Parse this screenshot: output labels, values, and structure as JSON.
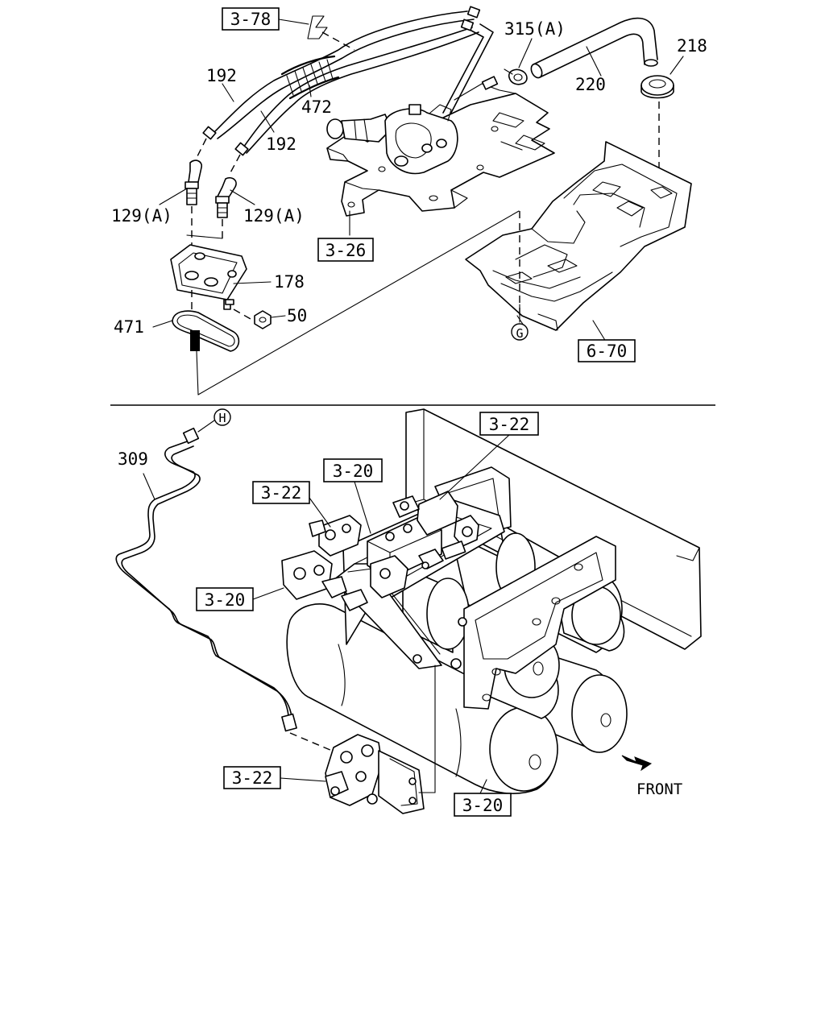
{
  "refs": {
    "r_3_78": "3-78",
    "r_3_26": "3-26",
    "r_6_70": "6-70",
    "r_3_22_top": "3-22",
    "r_3_20_top": "3-20",
    "r_3_22_left": "3-22",
    "r_3_20_left": "3-20",
    "r_3_22_bottom": "3-22",
    "r_3_20_bottom": "3-20"
  },
  "parts": {
    "p192a": "192",
    "p192b": "192",
    "p472": "472",
    "p315": "315(A)",
    "p220": "220",
    "p218": "218",
    "p129a": "129(A)",
    "p129b": "129(A)",
    "p178": "178",
    "p50": "50",
    "p471": "471",
    "p309": "309"
  },
  "markers": {
    "g": "G",
    "h": "H"
  },
  "front_label": "FRONT"
}
